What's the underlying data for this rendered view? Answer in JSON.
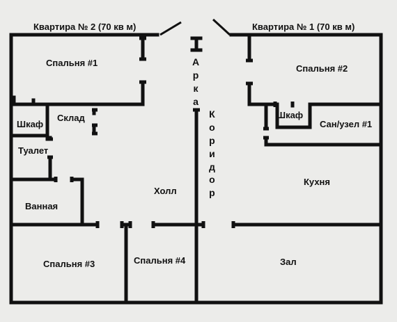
{
  "apartments": {
    "apt2": "Квартира № 2 (70 кв м)",
    "apt1": "Квартира № 1 (70 кв м)"
  },
  "rooms": {
    "bedroom1": "Спальня #1",
    "bedroom2": "Спальня #2",
    "storage": "Склад",
    "wardrobe_left": "Шкаф",
    "wardrobe_right": "Шкаф",
    "bathroom_unit": "Сан/узел #1",
    "toilet": "Туалет",
    "bath": "Ванная",
    "hall": "Холл",
    "kitchen": "Кухня",
    "bedroom3": "Спальня #3",
    "bedroom4": "Спальня #4",
    "living_room": "Зал"
  },
  "vertical_labels": {
    "arch": "Арка",
    "corridor": "Коридор"
  },
  "colors": {
    "wall": "#111111",
    "background": "#ececea"
  }
}
